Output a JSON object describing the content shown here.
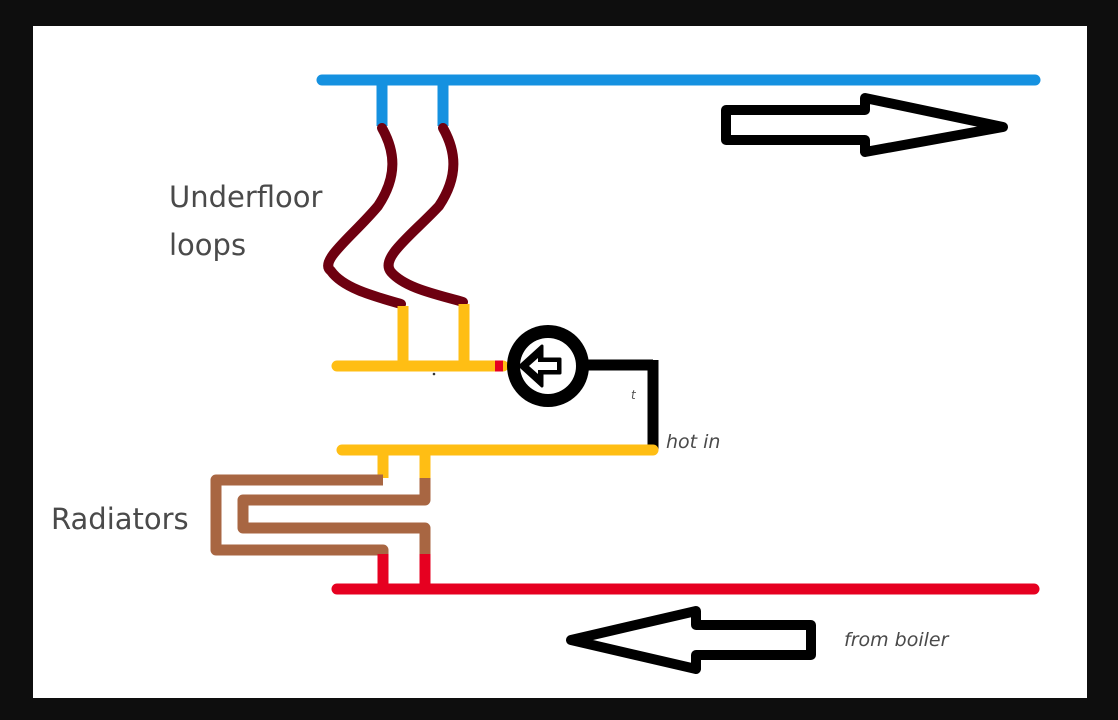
{
  "diagram": {
    "title": "Heating system schematic: underfloor loops and radiators",
    "labels": {
      "underfloor_line1": "Underfloor",
      "underfloor_line2": "loops",
      "radiators": "Radiators",
      "hot_in": "hot in",
      "from_boiler": "from boiler",
      "pump_mark": "t"
    },
    "colors": {
      "background_frame": "#0e0e0e",
      "canvas": "#ffffff",
      "return_pipe_blue": "#1591e0",
      "underfloor_loop_maroon": "#6e0010",
      "mixed_supply_yellow": "#ffbe14",
      "radiator_brown": "#a86642",
      "boiler_flow_red": "#e60020",
      "pump_and_arrows_black": "#000000",
      "text_gray": "#4a4a4a"
    },
    "components": [
      {
        "id": "return-pipe",
        "name": "Return pipe (blue)",
        "flow": "right"
      },
      {
        "id": "underfloor-loops",
        "name": "Underfloor loops",
        "count": 2
      },
      {
        "id": "underfloor-manifold",
        "name": "Underfloor supply manifold (yellow)"
      },
      {
        "id": "pump",
        "name": "Circulation pump",
        "flow": "left"
      },
      {
        "id": "hot-in-pipe",
        "name": "Hot in pipe (black)"
      },
      {
        "id": "radiator-supply",
        "name": "Radiator supply pipe (yellow)"
      },
      {
        "id": "radiators",
        "name": "Radiators",
        "count": 2
      },
      {
        "id": "boiler-flow",
        "name": "Flow from boiler (red)",
        "flow": "left"
      }
    ]
  }
}
